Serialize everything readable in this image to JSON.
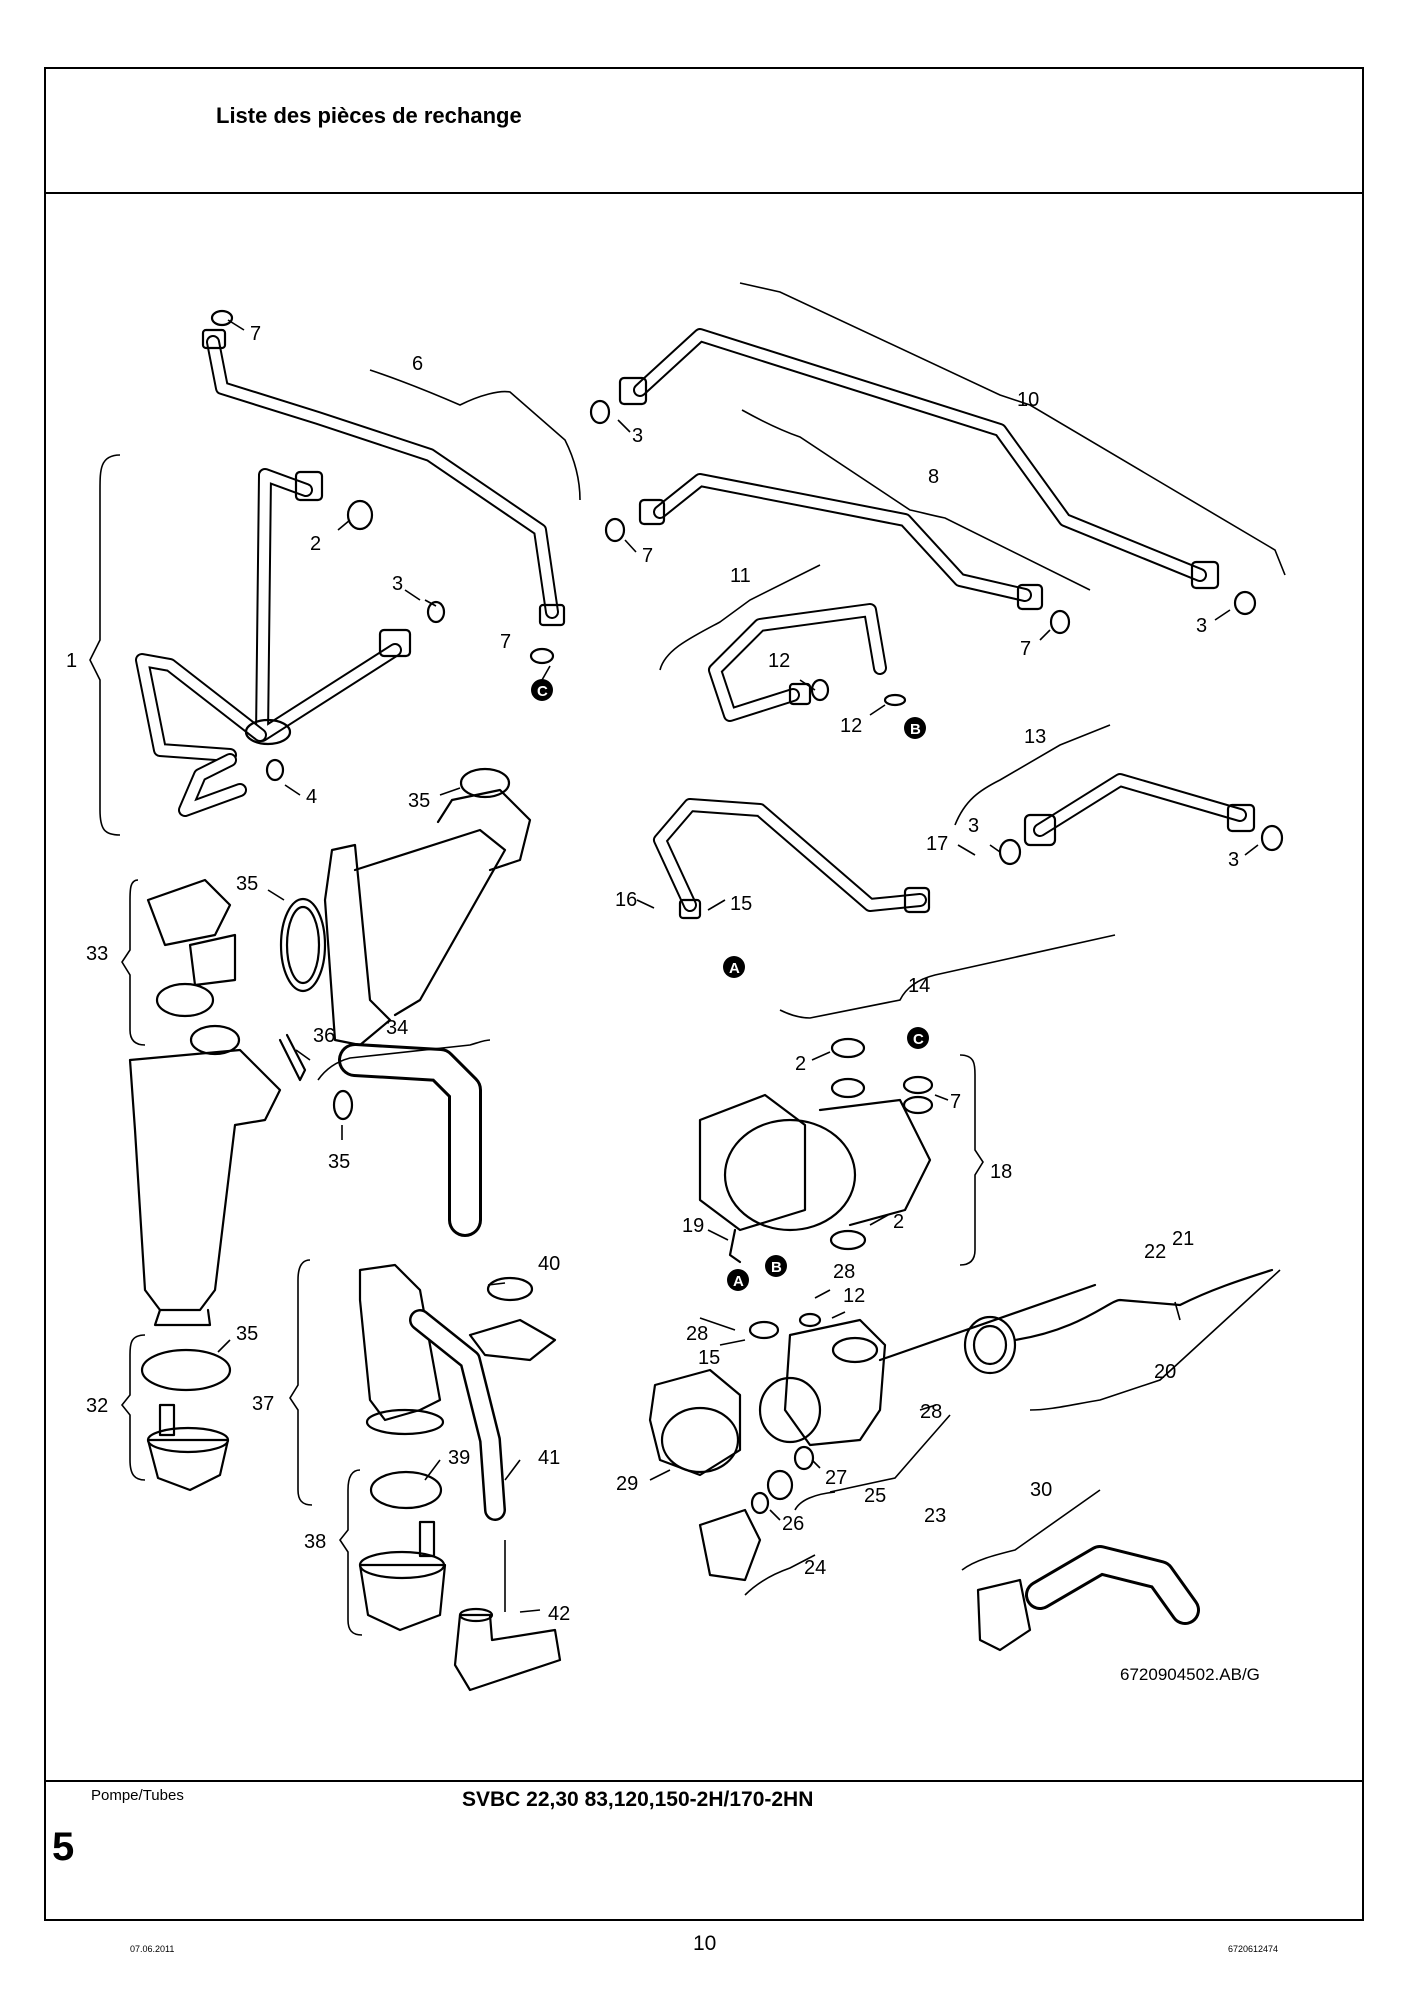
{
  "header": {
    "title": "Liste des pièces de rechange"
  },
  "footer": {
    "section": "Pompe/Tubes",
    "model": "SVBC 22,30 83,120,150-2H/170-2HN",
    "chapter": "5",
    "date": "07.06.2011",
    "page": "10",
    "doc_number": "6720612474"
  },
  "figure": {
    "reference": "6720904502.AB/G",
    "callouts": {
      "c_7a": "7",
      "c_6": "6",
      "c_3a": "3",
      "c_10": "10",
      "c_8": "8",
      "c_2a": "2",
      "c_7b": "7",
      "c_3b": "3",
      "c_7c": "7",
      "c_11": "11",
      "c_7d": "7",
      "c_3c": "3",
      "c_1": "1",
      "c_12a": "12",
      "c_12b": "12",
      "c_13": "13",
      "c_4": "4",
      "c_35a": "35",
      "c_3d": "3",
      "c_17": "17",
      "c_3e": "3",
      "c_35b": "35",
      "c_33": "33",
      "c_16": "16",
      "c_15a": "15",
      "c_14": "14",
      "c_36": "36",
      "c_34": "34",
      "c_2b": "2",
      "c_7e": "7",
      "c_35c": "35",
      "c_18": "18",
      "c_19": "19",
      "c_2c": "2",
      "c_22": "22",
      "c_21": "21",
      "c_40": "40",
      "c_28a": "28",
      "c_12c": "12",
      "c_35d": "35",
      "c_28b": "28",
      "c_15b": "15",
      "c_20": "20",
      "c_32": "32",
      "c_37": "37",
      "c_28c": "28",
      "c_39": "39",
      "c_41": "41",
      "c_29": "29",
      "c_27": "27",
      "c_25": "25",
      "c_23": "23",
      "c_30": "30",
      "c_26": "26",
      "c_38": "38",
      "c_24": "24",
      "c_42": "42"
    },
    "markers": {
      "m_c1": "C",
      "m_b1": "B",
      "m_a1": "A",
      "m_c2": "C",
      "m_a2": "A",
      "m_b2": "B"
    }
  }
}
